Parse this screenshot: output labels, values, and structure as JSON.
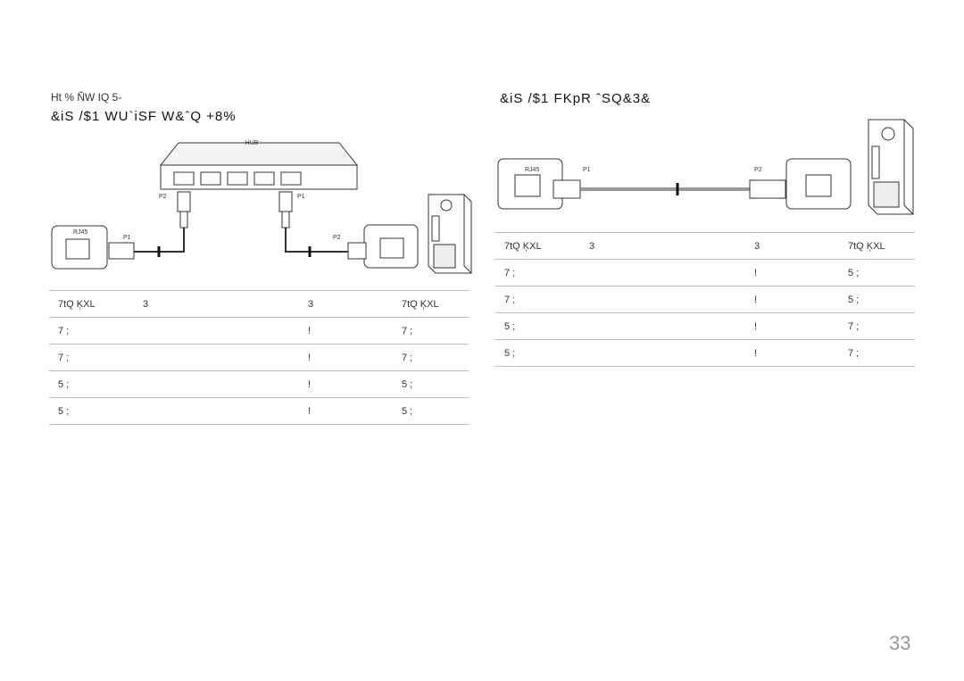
{
  "left": {
    "subheading": "Ht  %  ÑW  IQ   5-",
    "heading": "&iS  /$1  WU`iSF  W&ˆQ  +8%",
    "diagram_labels": {
      "hub": "HUB",
      "rj45": "RJ45",
      "p1_top": "P1",
      "p2_top": "P2",
      "p1_bottom": "P1",
      "p2_bottom": "P2"
    },
    "table": {
      "headers": [
        "7tQ  ĶXL",
        "3",
        "3",
        "7tQ  ĶXL"
      ],
      "rows": [
        [
          "7 ;",
          "",
          "!",
          "7 ;"
        ],
        [
          "7 ;",
          "",
          "!",
          "7 ;"
        ],
        [
          "5 ;",
          "",
          "!",
          "5 ;"
        ],
        [
          "5 ;",
          "",
          "!",
          "5 ;"
        ]
      ]
    }
  },
  "right": {
    "heading": "&iS  /$1  FKpR  ˆSQ&3&",
    "diagram_labels": {
      "rj45": "RJ45",
      "p1": "P1",
      "p2": "P2"
    },
    "table": {
      "headers": [
        "7tQ  ĶXL",
        "3",
        "3",
        "7tQ  ĶXL"
      ],
      "rows": [
        [
          "7 ;",
          "",
          "!",
          "5 ;"
        ],
        [
          "7 ;",
          "",
          "!",
          "5 ;"
        ],
        [
          "5 ;",
          "",
          "!",
          "7 ;"
        ],
        [
          "5 ;",
          "",
          "!",
          "7 ;"
        ]
      ]
    }
  },
  "page_number": "33"
}
